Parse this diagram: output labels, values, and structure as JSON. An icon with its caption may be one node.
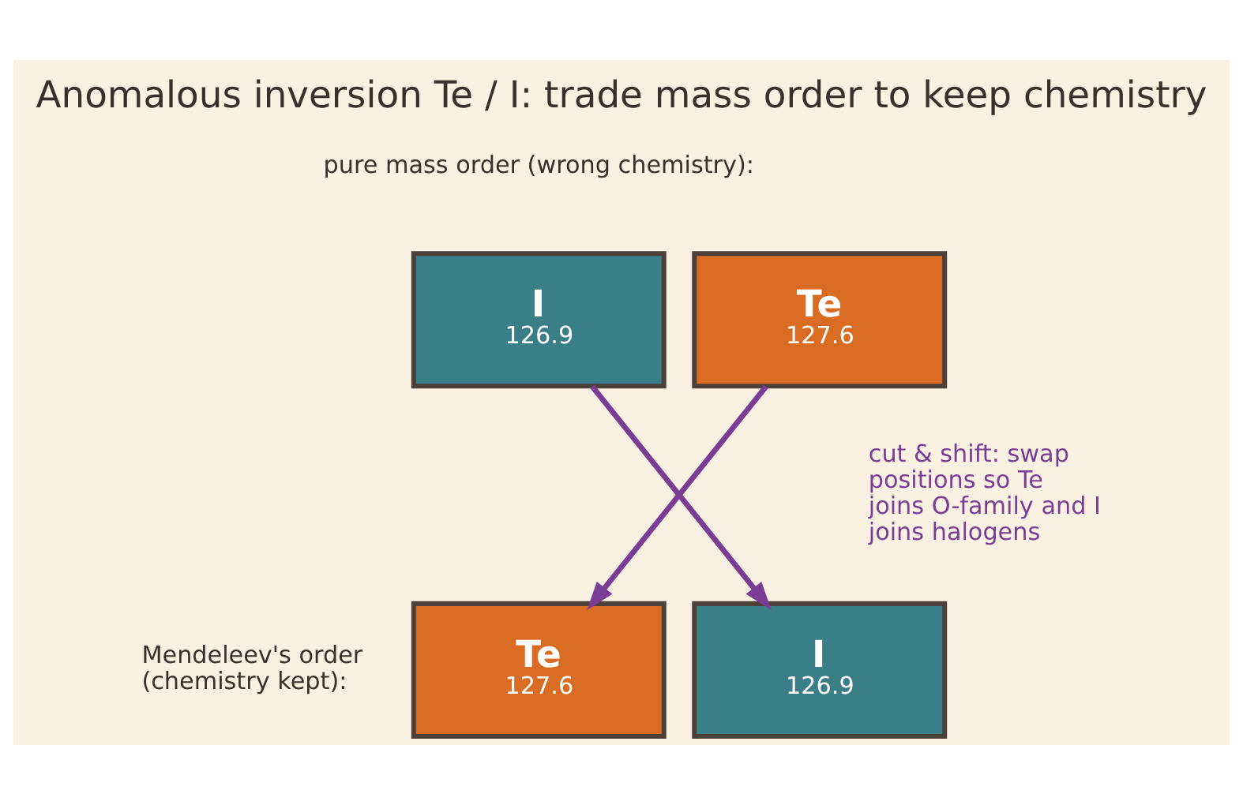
{
  "diagram": {
    "title": "Anomalous inversion Te / I: trade mass order to keep chemistry",
    "nodes": [
      {
        "text": [
          "I",
          "126.9"
        ]
      },
      {
        "text": [
          "Te",
          "127.6"
        ]
      },
      {
        "text": [
          "Te",
          "127.6"
        ]
      },
      {
        "text": [
          "I",
          "126.9"
        ]
      }
    ],
    "edges": [
      {
        "from": 0,
        "to": 3,
        "arrow": "to"
      },
      {
        "from": 1,
        "to": 2,
        "arrow": "to"
      }
    ],
    "labels": [
      "pure mass order (wrong chemistry):",
      "cut & shift: swap positions so Te joins O-family and I joins halogens",
      "Mendeleev's order (chemistry kept):"
    ]
  }
}
